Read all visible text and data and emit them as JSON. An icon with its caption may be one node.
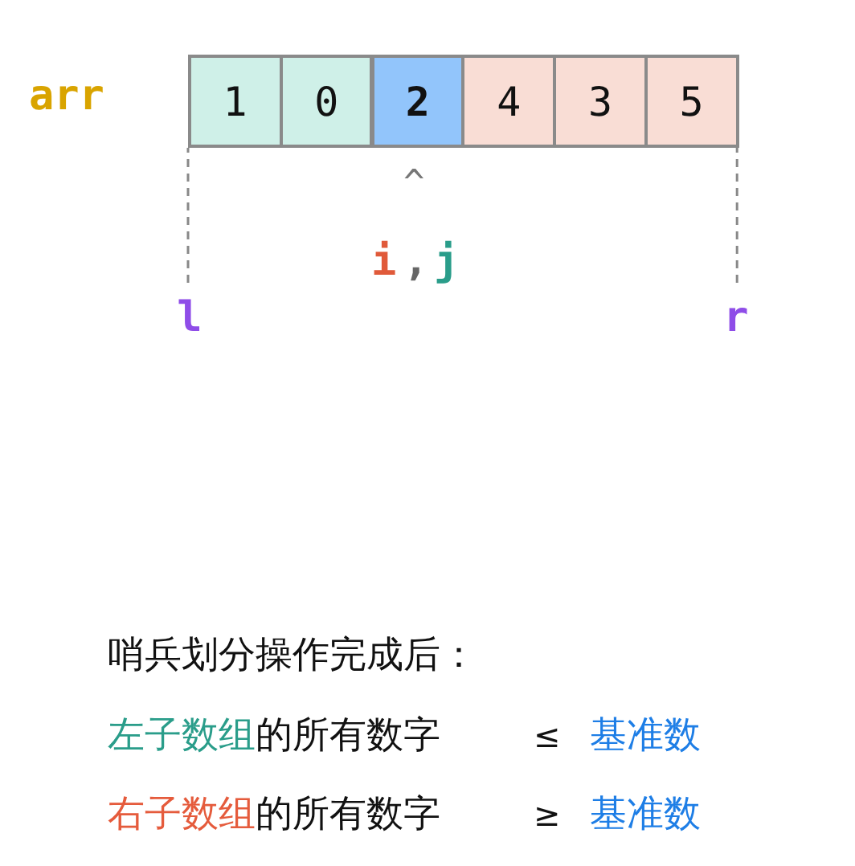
{
  "diagram": {
    "nodes": [
      {
        "text": [
          "1"
        ]
      },
      {
        "text": [
          "0"
        ]
      },
      {
        "text": [
          "2"
        ]
      },
      {
        "text": [
          "4"
        ]
      },
      {
        "text": [
          "3"
        ]
      },
      {
        "text": [
          "5"
        ]
      },
      {
        "text": [
          "l"
        ]
      },
      {
        "text": [
          "r"
        ]
      }
    ],
    "edges": [
      {
        "from": 6,
        "to": 0,
        "arrow": "none",
        "style": "dashed"
      },
      {
        "from": 7,
        "to": 5,
        "arrow": "none",
        "style": "dashed"
      }
    ],
    "labels": [
      "arr",
      "^",
      "i",
      ",",
      "j",
      "哨兵划分操作完成后：",
      "左子数组",
      "的所有数字",
      "≤",
      "基准数",
      "右子数组",
      "的所有数字",
      "≥",
      "基准数"
    ]
  }
}
